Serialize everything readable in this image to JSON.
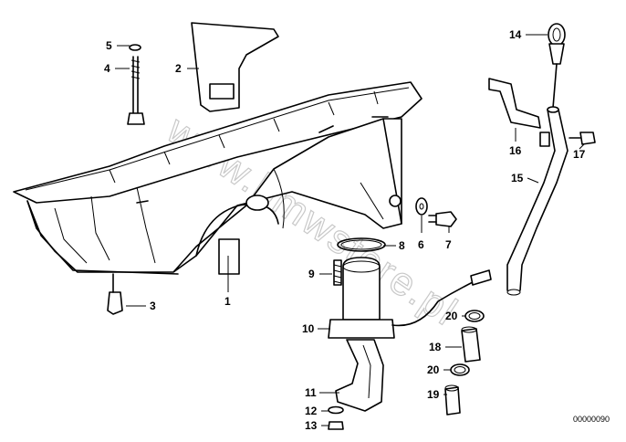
{
  "watermark": "www.bmwstore.pl",
  "diagram_number": "00000090",
  "callouts": {
    "c1": "1",
    "c2": "2",
    "c3": "3",
    "c4": "4",
    "c5": "5",
    "c6": "6",
    "c7": "7",
    "c8": "8",
    "c9": "9",
    "c10": "10",
    "c11": "11",
    "c12": "12",
    "c13": "13",
    "c14": "14",
    "c15": "15",
    "c16": "16",
    "c17": "17",
    "c18": "18",
    "c19": "19",
    "c20a": "20",
    "c20b": "20"
  }
}
